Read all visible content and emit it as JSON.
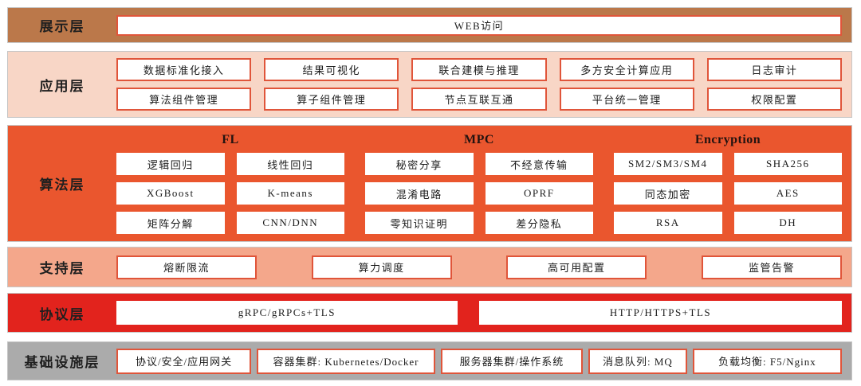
{
  "colors": {
    "display_bg": "#bb784a",
    "application_bg": "#f8d6c6",
    "algorithm_bg": "#ea562e",
    "support_bg": "#f4a78b",
    "protocol_bg": "#e2231d",
    "infrastructure_bg": "#ababab",
    "box_border": "#e0553a",
    "text": "#1c1c1c"
  },
  "layers": {
    "display": {
      "label": "展示层",
      "box": "WEB访问"
    },
    "application": {
      "label": "应用层",
      "rows": [
        [
          "数据标准化接入",
          "结果可视化",
          "联合建模与推理",
          "多方安全计算应用",
          "日志审计"
        ],
        [
          "算法组件管理",
          "算子组件管理",
          "节点互联互通",
          "平台统一管理",
          "权限配置"
        ]
      ]
    },
    "algorithm": {
      "label": "算法层",
      "groups": [
        {
          "name": "FL"
        },
        {
          "name": "MPC"
        },
        {
          "name": "Encryption"
        }
      ],
      "rows": [
        [
          "逻辑回归",
          "线性回归",
          "秘密分享",
          "不经意传输",
          "SM2/SM3/SM4",
          "SHA256"
        ],
        [
          "XGBoost",
          "K-means",
          "混淆电路",
          "OPRF",
          "同态加密",
          "AES"
        ],
        [
          "矩阵分解",
          "CNN/DNN",
          "零知识证明",
          "差分隐私",
          "RSA",
          "DH"
        ]
      ]
    },
    "support": {
      "label": "支持层",
      "items": [
        "熔断限流",
        "算力调度",
        "高可用配置",
        "监管告警"
      ]
    },
    "protocol": {
      "label": "协议层",
      "items": [
        "gRPC/gRPCs+TLS",
        "HTTP/HTTPS+TLS"
      ]
    },
    "infrastructure": {
      "label": "基础设施层",
      "items": [
        "协议/安全/应用网关",
        "容器集群: Kubernetes/Docker",
        "服务器集群/操作系统",
        "消息队列: MQ",
        "负载均衡: F5/Nginx"
      ]
    }
  }
}
